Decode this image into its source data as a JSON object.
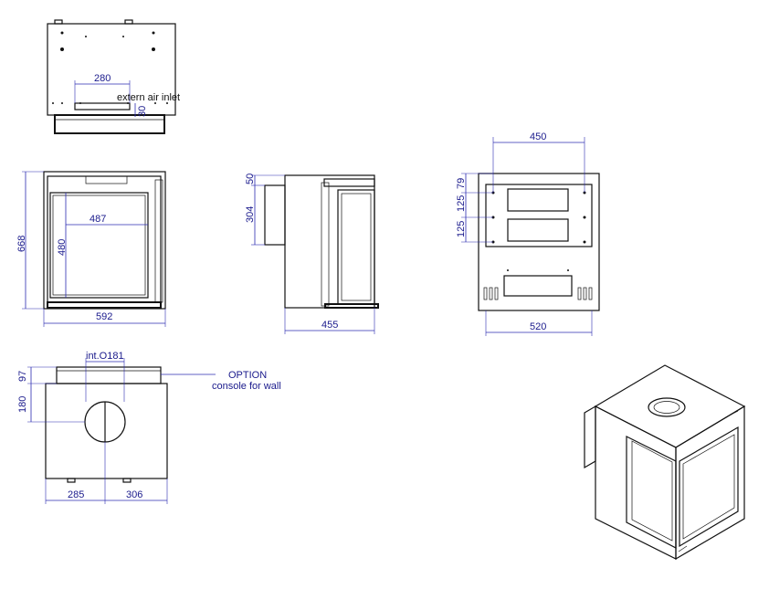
{
  "views": {
    "top_inlet": {
      "dim_width": "280",
      "dim_height": "30",
      "label": "extern air inlet"
    },
    "front": {
      "dim_inner_width": "487",
      "dim_inner_height": "480",
      "dim_height": "668",
      "dim_width": "592"
    },
    "side": {
      "dim_top": "50",
      "dim_upper": "304",
      "dim_depth": "455"
    },
    "back": {
      "dim_top_width": "450",
      "dim_v1": "79",
      "dim_v2": "125",
      "dim_v3": "125",
      "dim_bottom_width": "520"
    },
    "top_flue": {
      "dim_flue": "int.O181",
      "dim_collar": "97",
      "dim_center": "180",
      "dim_left": "285",
      "dim_right": "306",
      "option_title": "OPTION",
      "option_text": "console for wall"
    }
  }
}
